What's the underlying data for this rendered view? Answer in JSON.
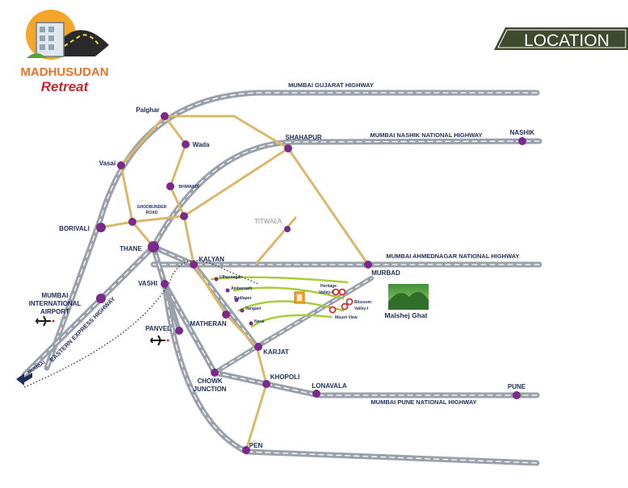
{
  "brand": {
    "name_line1": "MADHUSUDAN",
    "name_line2": "Retreat"
  },
  "header": {
    "section_title": "LOCATION"
  },
  "highways": [
    "MUMBAI GUJARAT HIGHWAY",
    "MUMBAI NASHIK NATIONAL HIGHWAY",
    "MUMBAI AHMEDNAGAR NATIONAL HIGHWAY",
    "MUMBAI PUNE NATIONAL HIGHWAY",
    "EASTERN EXPRESS HIGHWAY"
  ],
  "places": {
    "palghar": "Palghar",
    "wada": "Wada",
    "shahapur": "SHAHAPUR",
    "nashik": "NASHIK",
    "vasai": "Vasai",
    "bhiwandi": "BHIWANDI",
    "ghodbunder_1": "GHODBUNDER",
    "ghodbunder_2": "ROAD",
    "borivali": "BORIVALI",
    "titwala": "TITWALA",
    "thane": "THANE",
    "kalyan": "KALYAN",
    "murbad": "MURBAD",
    "vashi": "VASHI",
    "airport_1": "MUMBAI",
    "airport_2": "INTERNATIONAL",
    "airport_3": "AIRPORT",
    "panvel": "PANVEL",
    "matheran": "MATHERAN",
    "karjat": "KARJAT",
    "chowk_1": "CHOWK",
    "chowk_2": "JUNCTION",
    "khopoli": "KHOPOLI",
    "lonavala": "LONAVALA",
    "pune": "PUNE",
    "pen": "PEN",
    "mumbai_arrow": "MUMBAI",
    "ulhasnagar": "Ulhasnagar",
    "ambernath": "Ambernath",
    "badlapur": "Badlapur",
    "vangani": "Vangani",
    "neral": "Neral",
    "heritage_1": "Heritage",
    "heritage_2": "Valley-II",
    "blossom_1": "Blossom",
    "blossom_2": "Valley-I",
    "mount_view": "Mount View",
    "malshej": "Malshej Ghat"
  },
  "colors": {
    "highway_fill": "#9aa1aa",
    "highway_dash": "#ffffff",
    "local_road": "#d9b86a",
    "green_road": "#a8cc3a",
    "node": "#7a2a8a",
    "label": "#1e2d5c",
    "project_marker": "#d32f2f",
    "badge_bg": "#3f4a2e",
    "brand_orange": "#e8732a",
    "brand_red": "#c0292e"
  },
  "icons": [
    "road-logo-icon",
    "airplane-icon",
    "left-arrow-icon",
    "mountain-icon",
    "project-marker-icon"
  ]
}
